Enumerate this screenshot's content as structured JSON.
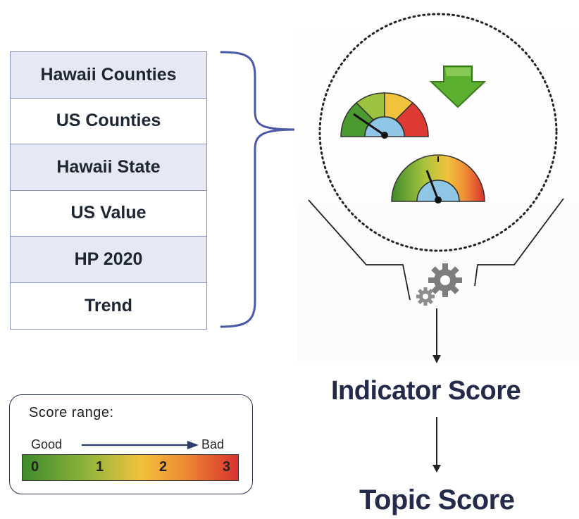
{
  "sources": [
    {
      "label": "Hawaii Counties"
    },
    {
      "label": "US Counties"
    },
    {
      "label": "Hawaii State"
    },
    {
      "label": "US Value"
    },
    {
      "label": "HP 2020"
    },
    {
      "label": "Trend"
    }
  ],
  "flow": {
    "indicator_label": "Indicator Score",
    "topic_label": "Topic Score"
  },
  "legend": {
    "title": "Score range:",
    "good_label": "Good",
    "bad_label": "Bad",
    "values": [
      "0",
      "1",
      "2",
      "3"
    ]
  },
  "colors": {
    "border": "#8a94c4",
    "shaded_row": "#e6e9f4",
    "text_dark": "#232a4a",
    "good": "#3f8a2c",
    "mid": "#f2c23c",
    "bad": "#d8322f"
  },
  "icons": [
    "gauge-icon",
    "down-arrow-icon",
    "gears-icon",
    "funnel-icon"
  ]
}
